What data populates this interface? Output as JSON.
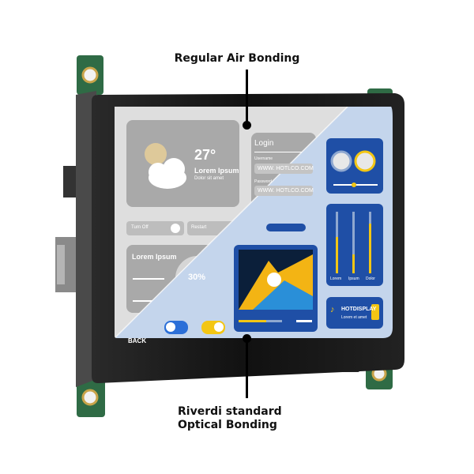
{
  "callouts": {
    "top": "Regular Air Bonding",
    "bottom_line1": "Riverdi standard",
    "bottom_line2": "Optical Bonding"
  },
  "screen": {
    "weather": {
      "temperature": "27°",
      "title": "Lorem Ipsum",
      "subtitle": "Dolor sit amet"
    },
    "login": {
      "title": "Login",
      "username_label": "Username",
      "username_value": "WWW. HOTLCO.COM",
      "password_label": "Password",
      "password_value": "WWW. HOTLCO.COM"
    },
    "toggles": {
      "turn_off": "Turn Off",
      "restart": "Restart"
    },
    "stats": {
      "title": "Lorem Ipsum",
      "percent": "30%"
    },
    "sliders": {
      "labels": [
        "Lorem",
        "Ipsum",
        "Dolor"
      ],
      "levels": [
        0.55,
        0.3,
        0.8
      ]
    },
    "music": {
      "title": "HOTDISPLAY",
      "subtitle": "Lorem et amet"
    },
    "back_label": "BACK",
    "colors": {
      "matte_overlay": "#d9d9d9",
      "panel_blue": "#1f4fa6",
      "accent_yellow": "#f3c614",
      "bezel": "#161616"
    }
  }
}
